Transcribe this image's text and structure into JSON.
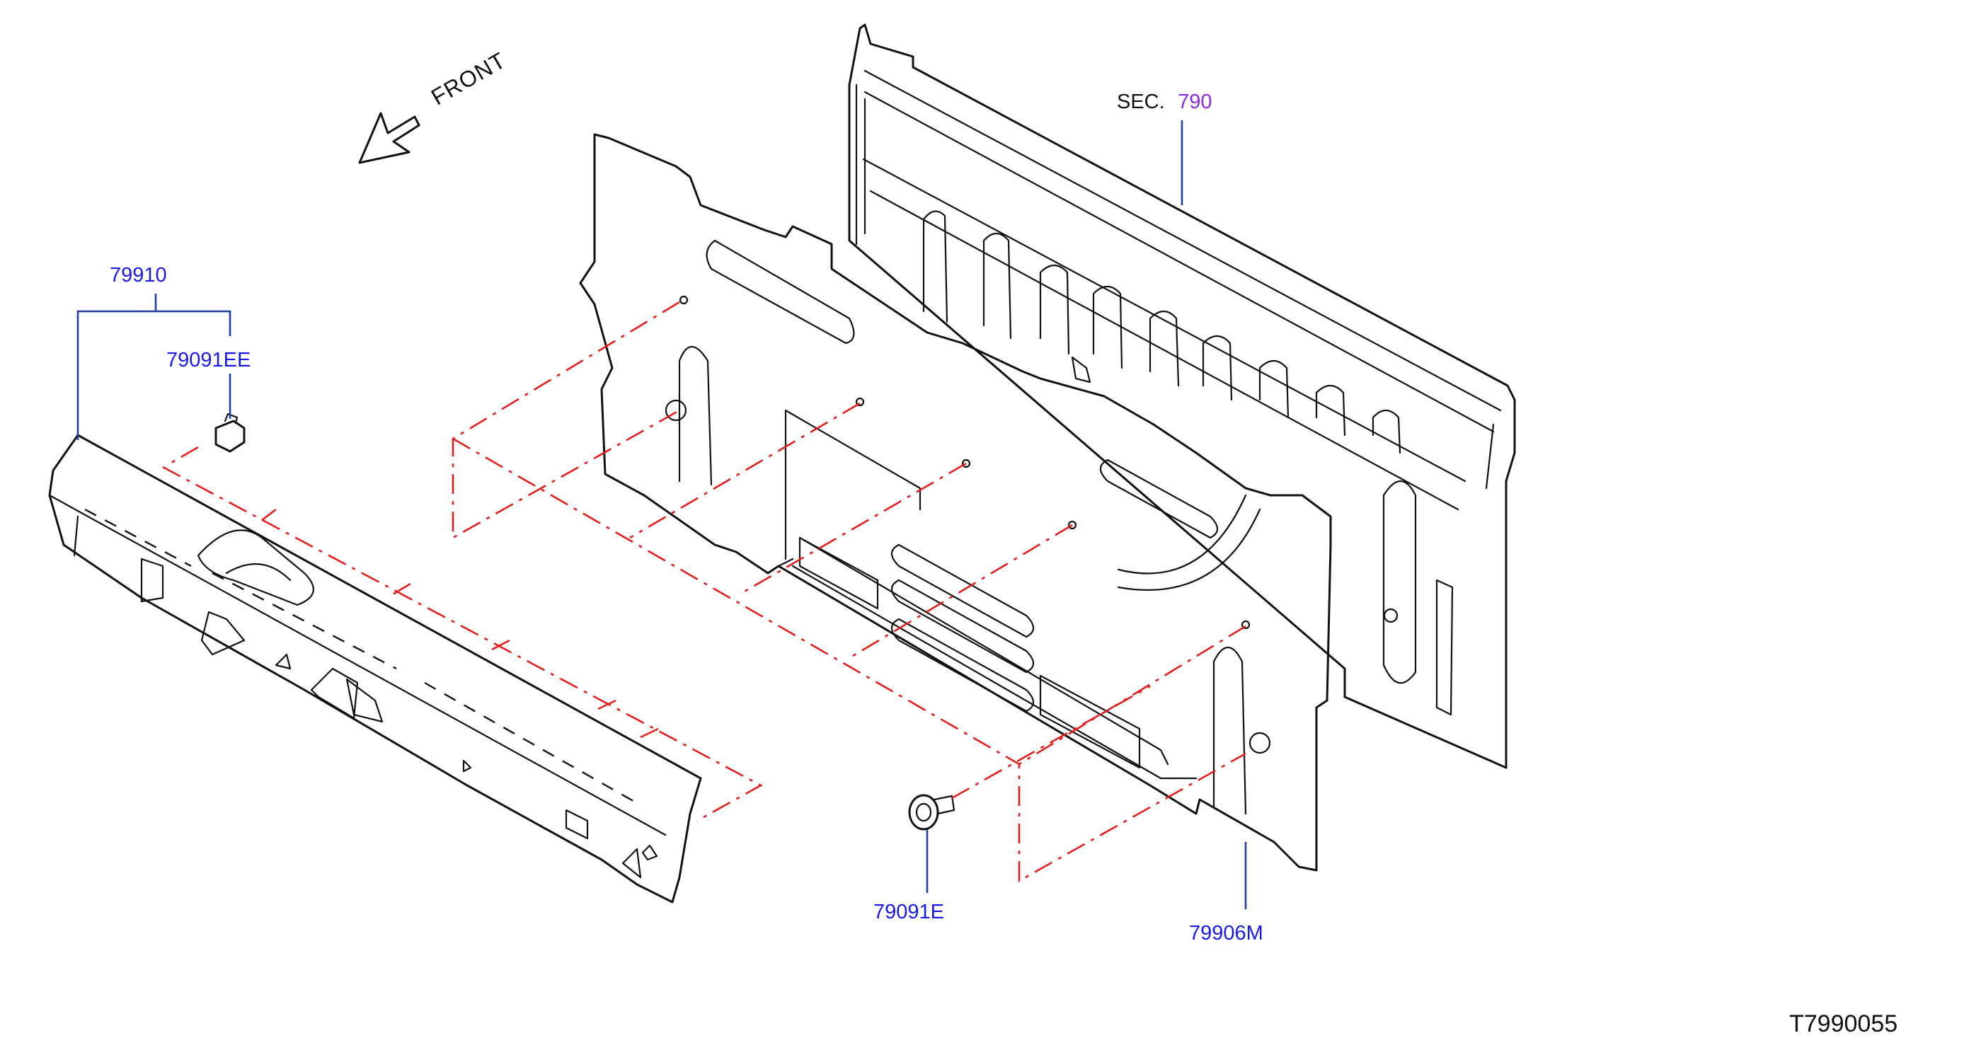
{
  "direction": {
    "label": "FRONT"
  },
  "section_ref": {
    "prefix": "SEC.",
    "number": "790"
  },
  "parts": {
    "assembly": "79910",
    "clip_upper": "79091EE",
    "clip_lower": "79091E",
    "panel": "79906M"
  },
  "diagram_code": "T7990055",
  "colors": {
    "part_number": "#1a1ae6",
    "section_number": "#8a2be2",
    "leader_line": "#1f3fa0",
    "assembly_line": "#e02020",
    "outline": "#111111"
  }
}
